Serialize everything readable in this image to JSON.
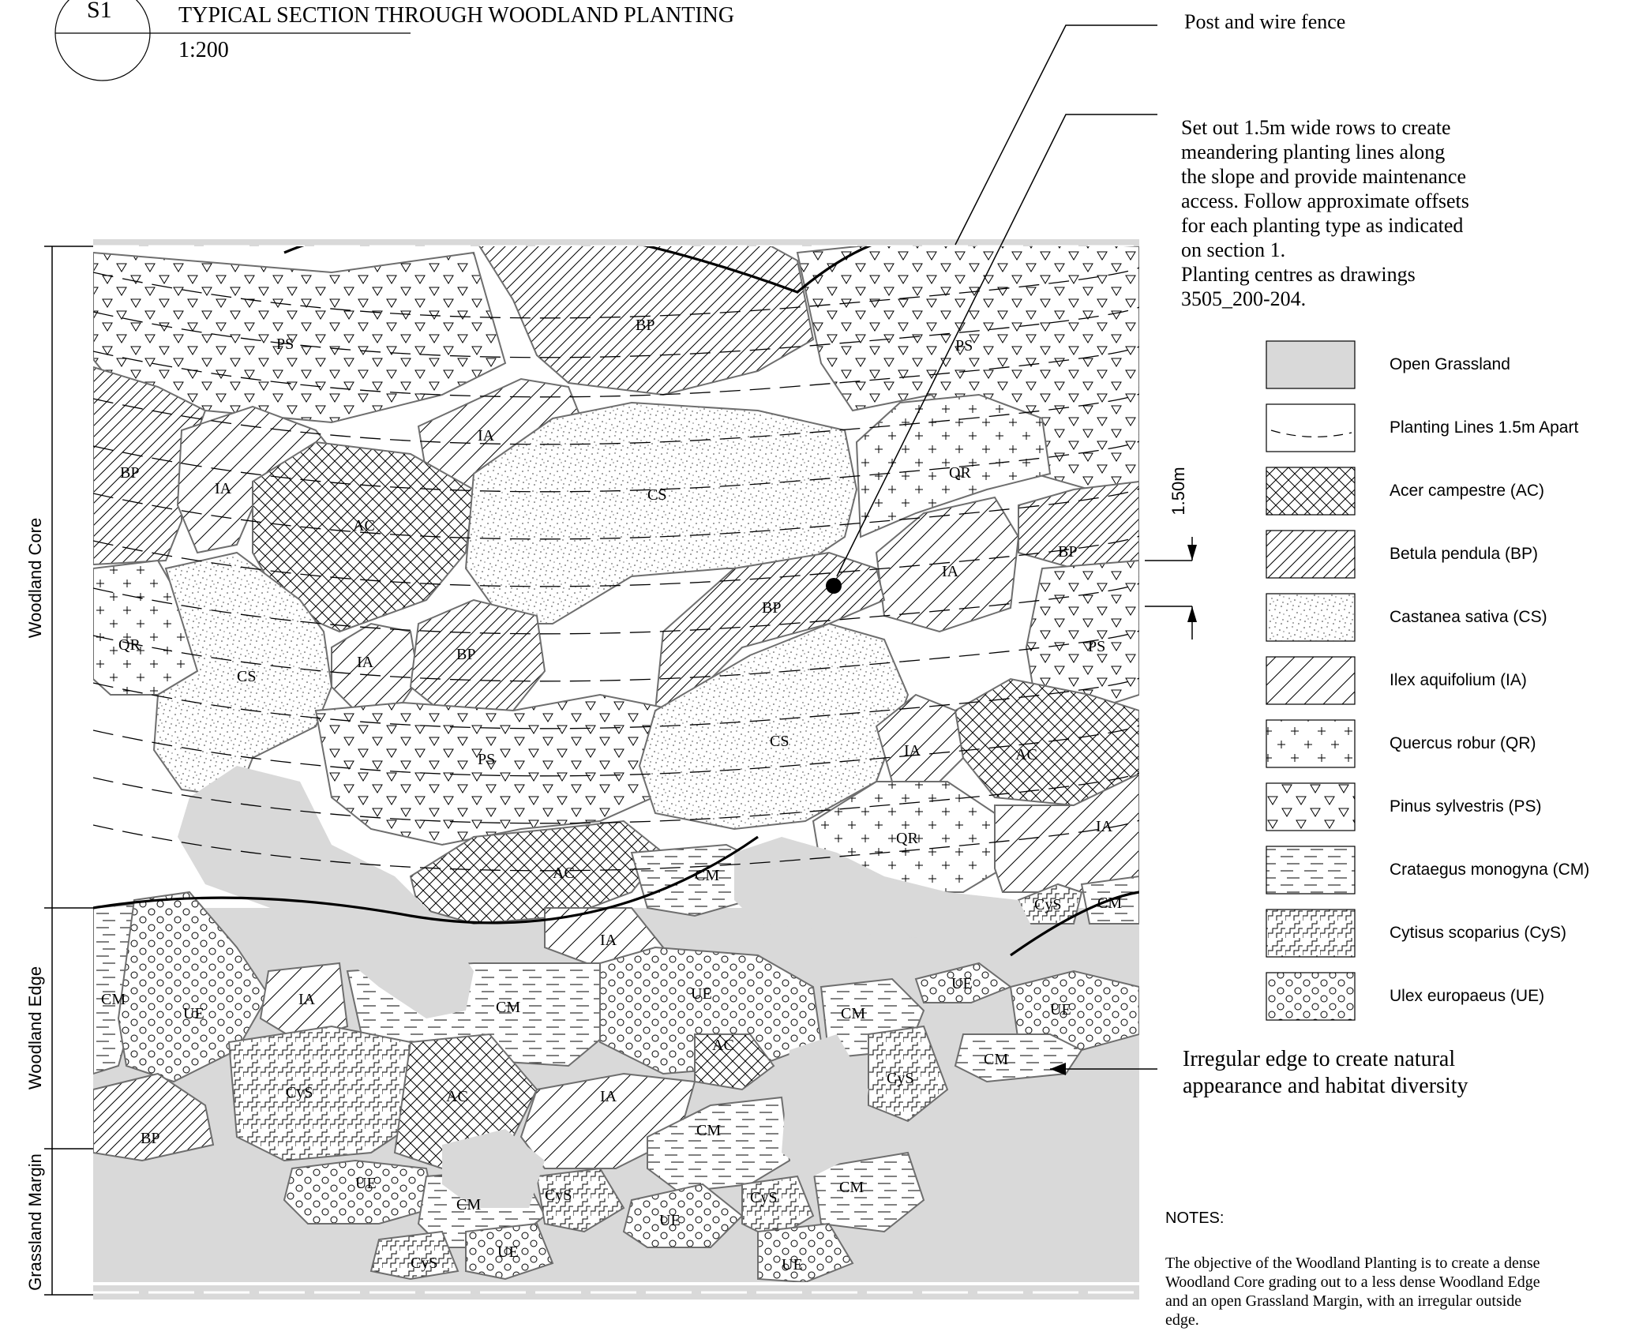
{
  "section": {
    "tag": "S1",
    "title": "TYPICAL SECTION THROUGH WOODLAND PLANTING",
    "scale": "1:200"
  },
  "callouts": {
    "fence": "Post and wire fence",
    "rows": [
      "Set out 1.5m wide rows to create",
      "meandering planting lines along",
      "the slope and provide maintenance",
      "access. Follow approximate offsets",
      "for each planting type as indicated",
      "on section 1.",
      "Planting centres as drawings",
      "3505_200-204."
    ],
    "edge": [
      "Irregular edge to create natural",
      "appearance and habitat diversity"
    ]
  },
  "dimension": "1.50m",
  "zones": {
    "core": "Woodland Core",
    "edge": "Woodland Edge",
    "margin": "Grassland Margin"
  },
  "legend": [
    {
      "label": "Open Grassland",
      "pattern": "grass"
    },
    {
      "label": "Planting Lines 1.5m Apart",
      "pattern": "lines"
    },
    {
      "label": "Acer campestre (AC)",
      "pattern": "ac"
    },
    {
      "label": "Betula pendula (BP)",
      "pattern": "bp"
    },
    {
      "label": "Castanea sativa (CS)",
      "pattern": "cs"
    },
    {
      "label": "Ilex aquifolium (IA)",
      "pattern": "ia"
    },
    {
      "label": "Quercus robur (QR)",
      "pattern": "qr"
    },
    {
      "label": "Pinus sylvestris (PS)",
      "pattern": "ps"
    },
    {
      "label": "Crataegus monogyna (CM)",
      "pattern": "cm"
    },
    {
      "label": "Cytisus scoparius (CyS)",
      "pattern": "cys"
    },
    {
      "label": "Ulex europaeus (UE)",
      "pattern": "ue"
    }
  ],
  "notes": {
    "heading": "NOTES:",
    "text": [
      "The objective of the Woodland Planting is to create a dense",
      "Woodland Core grading out to a less dense Woodland Edge",
      "and an open Grassland Margin, with an irregular outside",
      "edge."
    ]
  },
  "colors": {
    "grassland": "#d9d9d9",
    "line": "#000000",
    "outline": "#6e6e6e"
  },
  "plot_labels": {
    "PS1": "PS",
    "BP1": "BP",
    "PS2": "PS",
    "IA1": "IA",
    "BP2": "BP",
    "IA2": "IA",
    "AC1": "AC",
    "CS1": "CS",
    "QR1": "QR",
    "IA3": "IA",
    "BP3": "BP",
    "QR2": "QR",
    "CS2": "CS",
    "IA4": "IA",
    "BP4": "BP",
    "BP5": "BP",
    "PS3": "PS",
    "PS4": "PS",
    "CS3": "CS",
    "IA5": "IA",
    "AC2": "AC",
    "QR3": "QR",
    "IA6": "IA",
    "AC3": "AC",
    "CM1": "CM",
    "CyS1": "CyS",
    "CM2": "CM",
    "CM3": "CM",
    "UE1": "UE",
    "IA7": "IA",
    "IA8": "IA",
    "CM4": "CM",
    "UE2": "UE",
    "CM5": "CM",
    "UE3": "UE",
    "UE4": "UE",
    "CyS2": "CyS",
    "AC4": "AC",
    "AC5": "AC",
    "IA9": "IA",
    "CM6": "CM",
    "CyS3": "CyS",
    "CM7": "CM",
    "BP6": "BP",
    "UE5": "UE",
    "CM8": "CM",
    "CyS4": "CyS",
    "UE6": "UE",
    "CyS5": "CyS",
    "CM9": "CM",
    "UE7": "UE",
    "CyS6": "CyS",
    "UE8": "UE"
  }
}
